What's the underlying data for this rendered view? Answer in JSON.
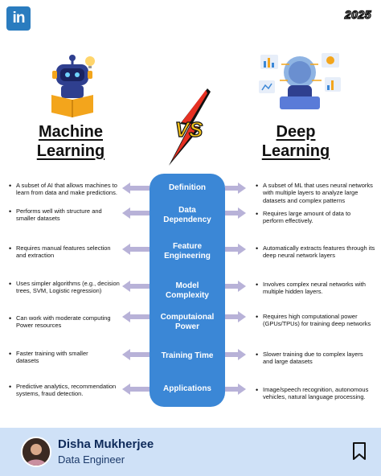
{
  "header": {
    "year": "2025",
    "logo_text": "in"
  },
  "titles": {
    "left": "Machine\nLearning",
    "right": "Deep\nLearning",
    "vs": "VS"
  },
  "rows": [
    {
      "label": "Definition",
      "left": "A subset of AI that allows machines to learn from data and make predictions.",
      "right": "A subset of ML that uses neural networks with multiple layers to analyze large datasets and complex patterns"
    },
    {
      "label": "Data\nDependency",
      "left": "Performs well with structure and smaller datasets",
      "right": "Requires large amount of data to perform effectively."
    },
    {
      "label": "Feature\nEngineering",
      "left": "Requires manual features selection and extraction",
      "right": "Automatically extracts features through its deep neural network layers"
    },
    {
      "label": "Model\nComplexity",
      "left": "Uses simpler algorithms (e.g., decision trees, SVM, Logistic regression)",
      "right": "Involves complex neural networks with multiple hidden layers."
    },
    {
      "label": "Computaional\nPower",
      "left": "Can work with moderate computing Power resources",
      "right": "Requires high computational power (GPUs/TPUs) for training deep networks"
    },
    {
      "label": "Training Time",
      "left": "Faster training with smaller datasets",
      "right": "Slower training due to complex layers and large datasets"
    },
    {
      "label": "Applications",
      "left": "Predictive analytics, recommendation systems, fraud detection.",
      "right": "Image/speech recognition, autonomous vehicles, natural language processing."
    }
  ],
  "footer": {
    "name": "Disha Mukherjee",
    "role": "Data Engineer"
  },
  "colors": {
    "accent": "#3b87d6",
    "footer_bg": "#cfe1f7",
    "arrow": "#b8b2d8",
    "linkedin": "#2a7cbf"
  }
}
